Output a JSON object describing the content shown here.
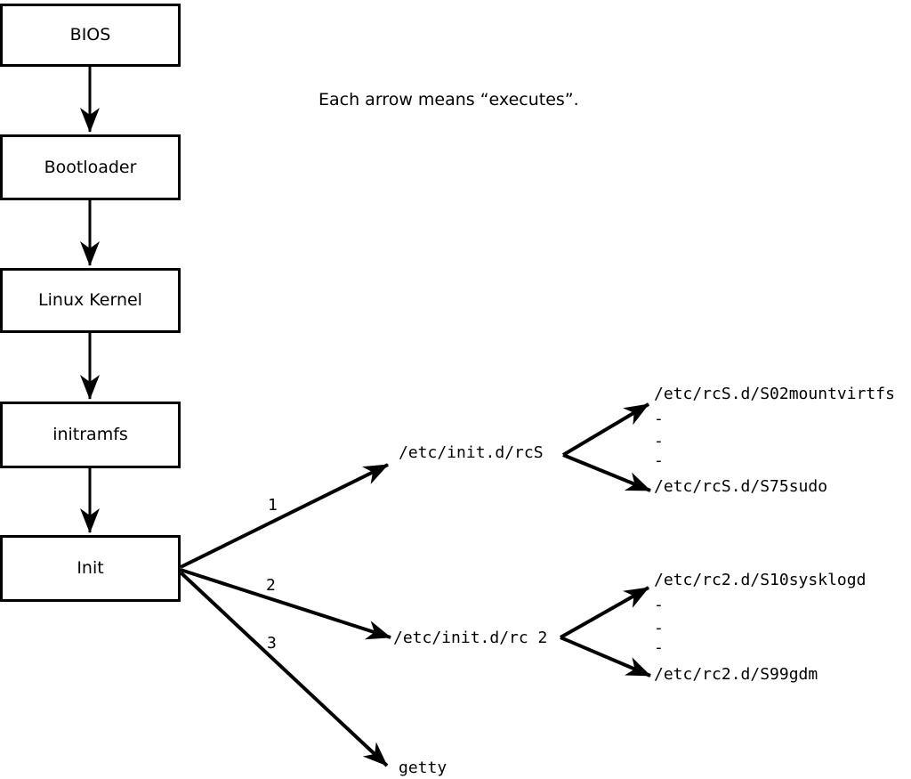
{
  "note": "Each arrow means “executes”.",
  "boxes": [
    {
      "label": "BIOS"
    },
    {
      "label": "Bootloader"
    },
    {
      "label": "Linux Kernel"
    },
    {
      "label": "initramfs"
    },
    {
      "label": "Init"
    }
  ],
  "fanout": [
    {
      "number": "1",
      "target": "/etc/init.d/rcS"
    },
    {
      "number": "2",
      "target": "/etc/init.d/rc 2"
    },
    {
      "number": "3",
      "target": "getty"
    }
  ],
  "rcS_group": {
    "first": "/etc/rcS.d/S02mountvirtfs",
    "dashes": [
      "-",
      "-",
      "-"
    ],
    "last": "/etc/rcS.d/S75sudo"
  },
  "rc2_group": {
    "first": "/etc/rc2.d/S10sysklogd",
    "dashes": [
      "-",
      "-",
      "-"
    ],
    "last": "/etc/rc2.d/S99gdm"
  },
  "colors": {
    "line": "#000000",
    "background": "#ffffff"
  }
}
